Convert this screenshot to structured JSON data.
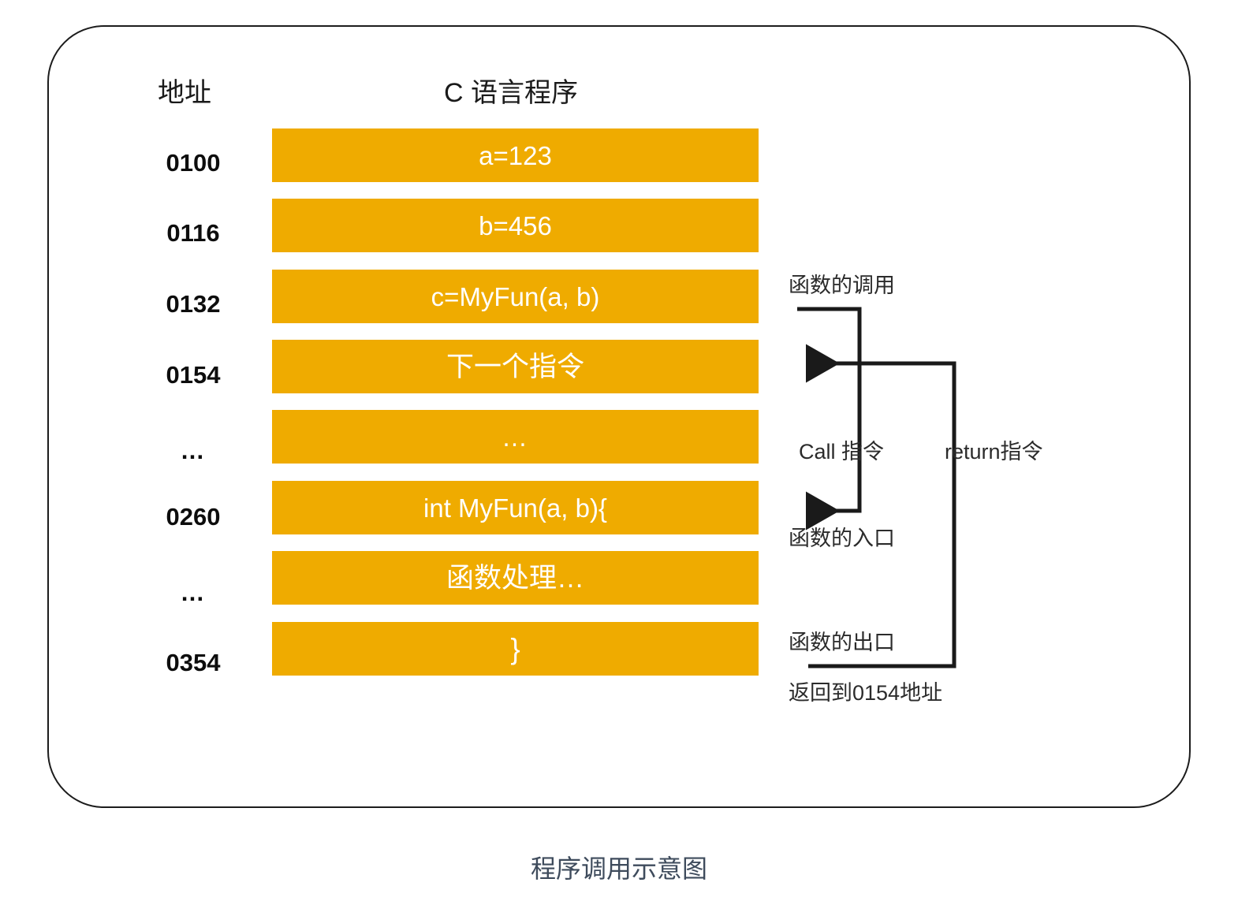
{
  "figure": {
    "caption": "程序调用示意图",
    "caption_color": "#3e4b5c",
    "bar_color": "#efab00",
    "frame_border_color": "#1c1c1c",
    "arrow_color": "#1a1a1a"
  },
  "columns": {
    "address_header": "地址",
    "program_header": "C 语言程序"
  },
  "rows": [
    {
      "address": "0100",
      "code": "a=123",
      "kind": "code"
    },
    {
      "address": "0116",
      "code": "b=456",
      "kind": "code"
    },
    {
      "address": "0132",
      "code": "c=MyFun(a, b)",
      "kind": "code"
    },
    {
      "address": "0154",
      "code": "下一个指令",
      "kind": "cjk"
    },
    {
      "address": "…",
      "code": "…",
      "kind": "dots"
    },
    {
      "address": "0260",
      "code": "int MyFun(a, b){",
      "kind": "code"
    },
    {
      "address": "…",
      "code": "函数处理…",
      "kind": "cjk"
    },
    {
      "address": "0354",
      "code": "}",
      "kind": "brace"
    }
  ],
  "annotations": {
    "function_call": "函数的调用",
    "call_instruction": "Call 指令",
    "return_instruction": "return指令",
    "function_entry": "函数的入口",
    "function_exit": "函数的出口",
    "return_target": "返回到0154地址"
  }
}
